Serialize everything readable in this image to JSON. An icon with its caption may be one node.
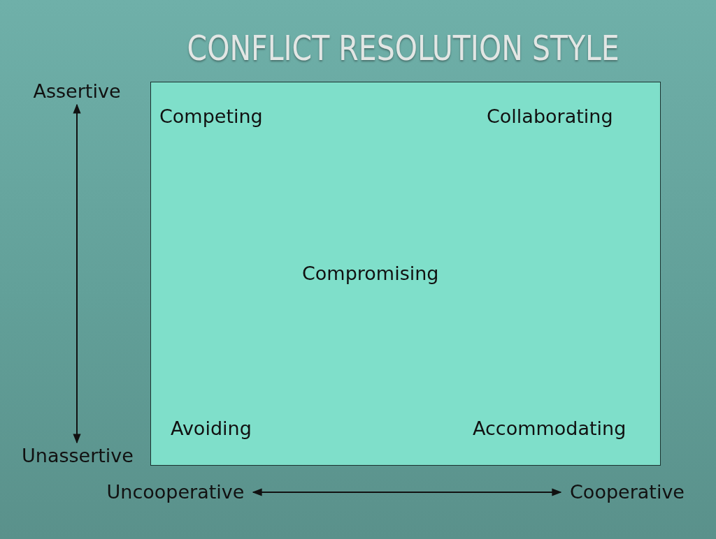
{
  "diagram": {
    "title": "CONFLICT RESOLUTION STYLE",
    "nodes": [
      {
        "text": [
          "Competing",
          "Collaborating",
          "Compromising",
          "Avoiding",
          "Accommodating"
        ]
      },
      {
        "text": [
          "Assertive"
        ]
      },
      {
        "text": [
          "Unassertive"
        ]
      },
      {
        "text": [
          "Uncooperative"
        ]
      },
      {
        "text": [
          "Cooperative"
        ]
      }
    ],
    "edges": [
      {
        "from": 1,
        "to": 2,
        "arrow": "both"
      },
      {
        "from": 3,
        "to": 4,
        "arrow": "both"
      }
    ]
  }
}
